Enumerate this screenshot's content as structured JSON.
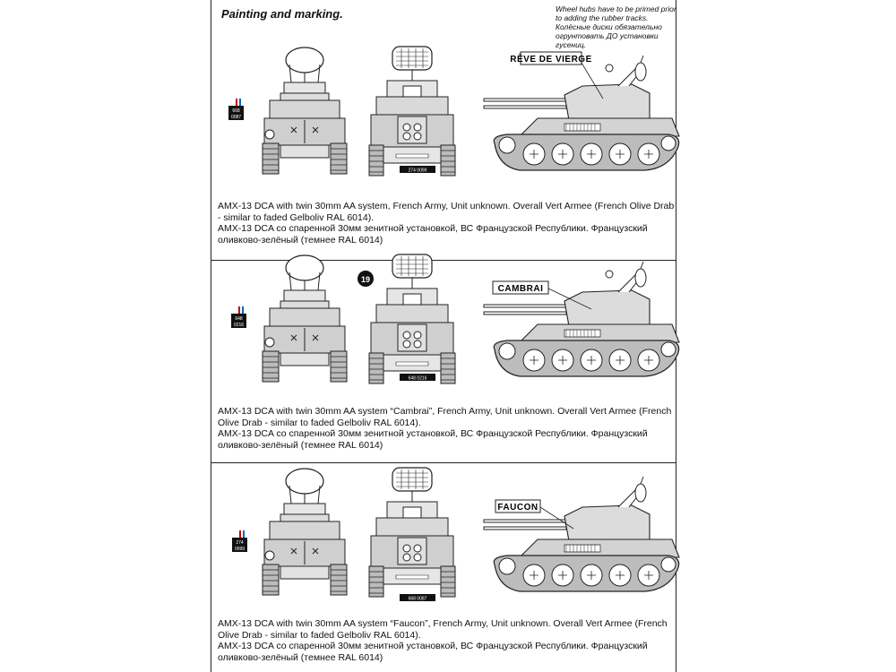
{
  "header": {
    "title": "Painting and marking.",
    "note": "Wheel hubs have to be primed prior to adding the rubber tracks. Колёсные диски обязательно огрунтовать ДО установки гусениц."
  },
  "schemes": [
    {
      "name": "RÊVE DE VIERGE",
      "plate": "274 0099",
      "tag_top": "668",
      "tag_bottom": "0087",
      "caption_en": "AMX-13 DCA with twin 30mm AA system, French Army, Unit unknown. Overall Vert Armee (French Olive Drab - similar to faded Gelboliv RAL 6014).",
      "caption_ru": "AMX-13 DCA со спаренной 30мм зенитной установкой, ВС Французской Республики. Французский оливково-зелёный (темнее RAL 6014)"
    },
    {
      "name": "CAMBRAI",
      "plate": "648 0216",
      "tag_top": "648",
      "tag_bottom": "0216",
      "callout": "19",
      "caption_en": "AMX-13 DCA with twin 30mm AA system “Cambrai”, French Army, Unit unknown. Overall Vert Armee (French Olive Drab - similar to faded Gelboliv RAL 6014).",
      "caption_ru": "AMX-13 DCA со спаренной 30мм зенитной установкой, ВС Французской Республики. Французский оливково-зелёный (темнее RAL 6014)"
    },
    {
      "name": "FAUCON",
      "plate": "668 0087",
      "tag_top": "274",
      "tag_bottom": "0099",
      "caption_en": "AMX-13 DCA with twin 30mm AA system “Faucon”, French Army, Unit unknown. Overall Vert Armee (French Olive Drab - similar to faded Gelboliv RAL 6014).",
      "caption_ru": "AMX-13 DCA со спаренной 30мм зенитной установкой, ВС Французской Республики. Французский оливково-зелёный (темнее RAL 6014)"
    }
  ],
  "colors": {
    "line": "#222222",
    "hull": "#cfcfcf",
    "plate": "#111111"
  }
}
